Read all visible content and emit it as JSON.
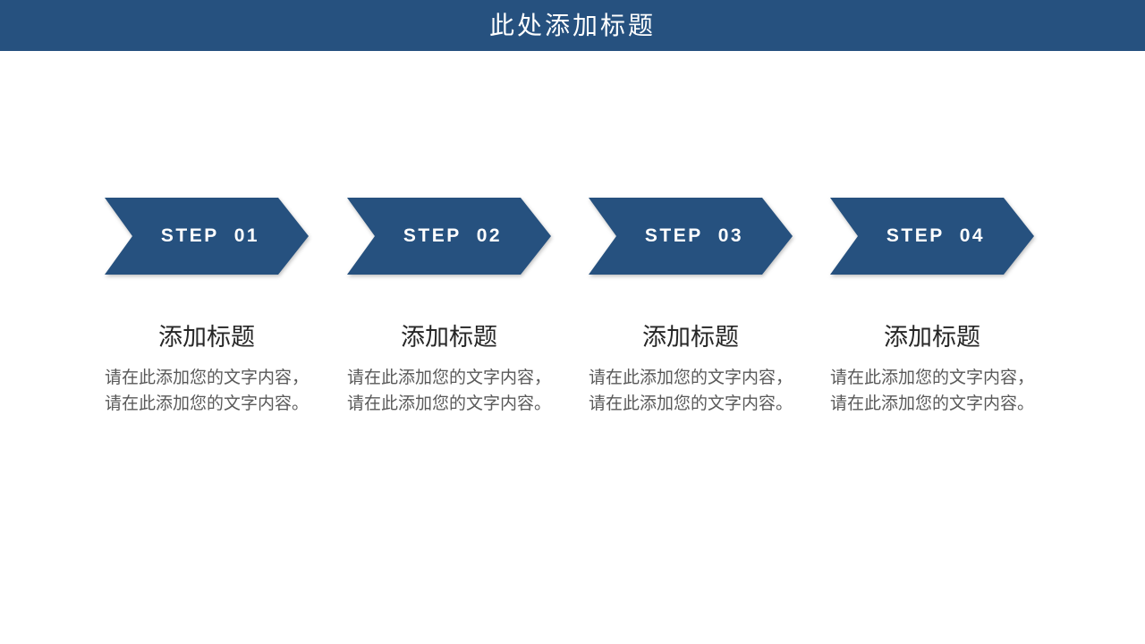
{
  "slide": {
    "header": {
      "title": "此处添加标题"
    },
    "colors": {
      "primary_blue": "#26517F",
      "step_label_text": "#FFFFFF",
      "column_title_text": "#262626",
      "column_body_text": "#595959",
      "background": "#FFFFFF"
    },
    "steps": [
      {
        "badge": "STEP 01",
        "title": "添加标题",
        "body_line1": "请在此添加您的文字内容，",
        "body_line2": "请在此添加您的文字内容。"
      },
      {
        "badge": "STEP 02",
        "title": "添加标题",
        "body_line1": "请在此添加您的文字内容，",
        "body_line2": "请在此添加您的文字内容。"
      },
      {
        "badge": "STEP 03",
        "title": "添加标题",
        "body_line1": "请在此添加您的文字内容，",
        "body_line2": "请在此添加您的文字内容。"
      },
      {
        "badge": "STEP 04",
        "title": "添加标题",
        "body_line1": "请在此添加您的文字内容，",
        "body_line2": "请在此添加您的文字内容。"
      }
    ]
  }
}
